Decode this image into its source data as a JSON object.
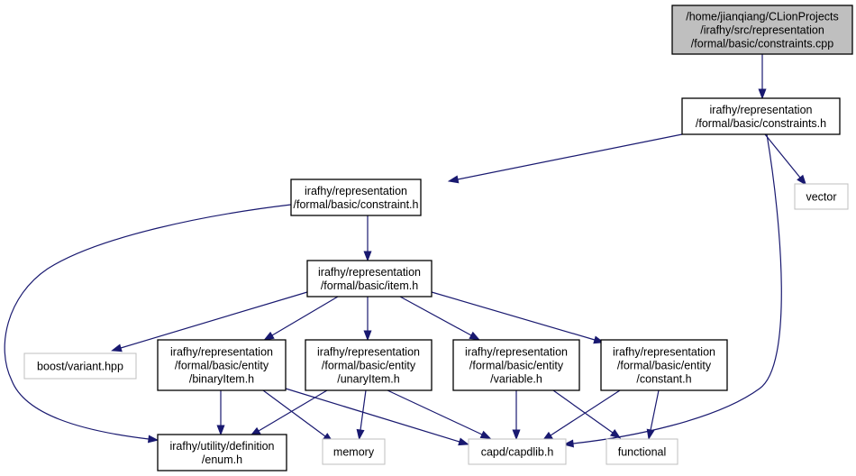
{
  "graph": {
    "nodes": [
      {
        "id": "root",
        "kind": "root",
        "lines": [
          "/home/jianqiang/CLionProjects",
          "/irafhy/src/representation",
          "/formal/basic/constraints.cpp"
        ]
      },
      {
        "id": "constraints_h",
        "kind": "file",
        "lines": [
          "irafhy/representation",
          "/formal/basic/constraints.h"
        ]
      },
      {
        "id": "vector",
        "kind": "external",
        "lines": [
          "vector"
        ]
      },
      {
        "id": "constraint_h",
        "kind": "file",
        "lines": [
          "irafhy/representation",
          "/formal/basic/constraint.h"
        ]
      },
      {
        "id": "item_h",
        "kind": "file",
        "lines": [
          "irafhy/representation",
          "/formal/basic/item.h"
        ]
      },
      {
        "id": "boost_variant",
        "kind": "external",
        "lines": [
          "boost/variant.hpp"
        ]
      },
      {
        "id": "binaryItem_h",
        "kind": "file",
        "lines": [
          "irafhy/representation",
          "/formal/basic/entity",
          "/binaryItem.h"
        ]
      },
      {
        "id": "unaryItem_h",
        "kind": "file",
        "lines": [
          "irafhy/representation",
          "/formal/basic/entity",
          "/unaryItem.h"
        ]
      },
      {
        "id": "variable_h",
        "kind": "file",
        "lines": [
          "irafhy/representation",
          "/formal/basic/entity",
          "/variable.h"
        ]
      },
      {
        "id": "constant_h",
        "kind": "file",
        "lines": [
          "irafhy/representation",
          "/formal/basic/entity",
          "/constant.h"
        ]
      },
      {
        "id": "enum_h",
        "kind": "file",
        "lines": [
          "irafhy/utility/definition",
          "/enum.h"
        ]
      },
      {
        "id": "memory",
        "kind": "external",
        "lines": [
          "memory"
        ]
      },
      {
        "id": "capdlib_h",
        "kind": "external",
        "lines": [
          "capd/capdlib.h"
        ]
      },
      {
        "id": "functional",
        "kind": "external",
        "lines": [
          "functional"
        ]
      }
    ],
    "edges": [
      {
        "from": "root",
        "to": "constraints_h"
      },
      {
        "from": "constraints_h",
        "to": "constraint_h"
      },
      {
        "from": "constraints_h",
        "to": "vector"
      },
      {
        "from": "constraints_h",
        "to": "capdlib_h"
      },
      {
        "from": "constraint_h",
        "to": "item_h"
      },
      {
        "from": "constraint_h",
        "to": "enum_h"
      },
      {
        "from": "item_h",
        "to": "boost_variant"
      },
      {
        "from": "item_h",
        "to": "binaryItem_h"
      },
      {
        "from": "item_h",
        "to": "unaryItem_h"
      },
      {
        "from": "item_h",
        "to": "variable_h"
      },
      {
        "from": "item_h",
        "to": "constant_h"
      },
      {
        "from": "binaryItem_h",
        "to": "enum_h"
      },
      {
        "from": "binaryItem_h",
        "to": "memory"
      },
      {
        "from": "binaryItem_h",
        "to": "capdlib_h"
      },
      {
        "from": "unaryItem_h",
        "to": "enum_h"
      },
      {
        "from": "unaryItem_h",
        "to": "memory"
      },
      {
        "from": "unaryItem_h",
        "to": "capdlib_h"
      },
      {
        "from": "variable_h",
        "to": "capdlib_h"
      },
      {
        "from": "variable_h",
        "to": "functional"
      },
      {
        "from": "constant_h",
        "to": "capdlib_h"
      },
      {
        "from": "constant_h",
        "to": "functional"
      }
    ]
  },
  "colors": {
    "edge": "#191970",
    "root_fill": "#bfbfbf",
    "file_border": "#000000",
    "external_border": "#bfbfbf"
  }
}
